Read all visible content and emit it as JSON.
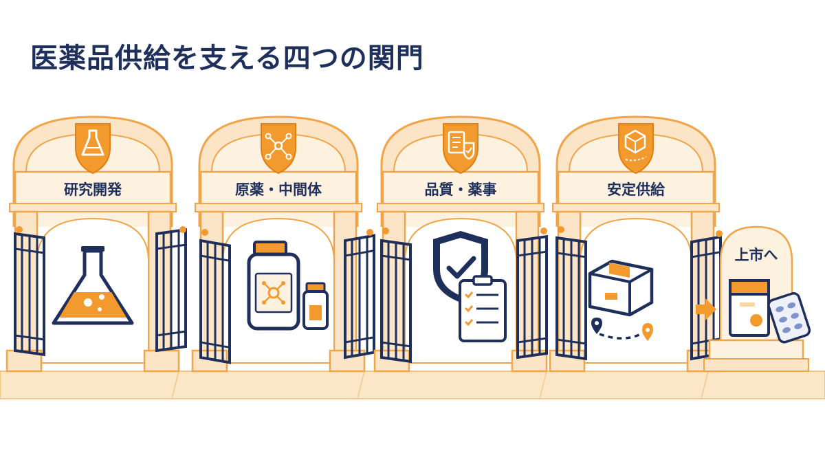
{
  "title": "医薬品供給を支える四つの関門",
  "gates": [
    {
      "label": "研究開発",
      "badge_icon": "flask-icon",
      "main_icon": "flask-icon"
    },
    {
      "label": "原薬・中間体",
      "badge_icon": "molecule-icon",
      "main_icon": "medicine-bottles-icon"
    },
    {
      "label": "品質・薬事",
      "badge_icon": "checklist-shield-icon",
      "main_icon": "shield-check-clipboard-icon"
    },
    {
      "label": "安定供給",
      "badge_icon": "box-route-icon",
      "main_icon": "box-delivery-route-icon"
    }
  ],
  "destination": {
    "label": "上市へ",
    "icon": "medicine-box-and-blister-pack-icon"
  },
  "colors": {
    "navy": "#1f2f5b",
    "orange": "#f39a2e",
    "cream": "#fdf1df",
    "arch_fill": "#fbe5c6",
    "arch_stroke": "#f0a54a",
    "floor": "#fbe6c7"
  }
}
